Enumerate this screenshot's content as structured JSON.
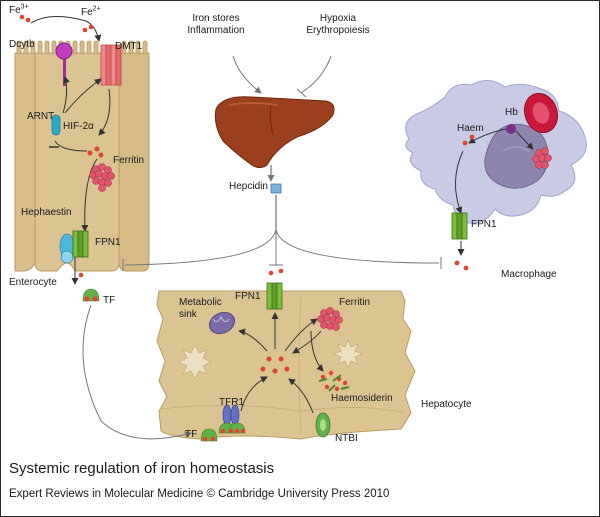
{
  "labels": {
    "fe3": "Fe",
    "fe3_sup": "3+",
    "dcytb": "Dcytb",
    "fe2": "Fe",
    "fe2_sup": "2+",
    "dmt1": "DMT1",
    "arnt": "ARNT",
    "hif": "HIF-2α",
    "ferritin_enterocyte": "Ferritin",
    "hephaestin": "Hephaestin",
    "fpn1_enterocyte": "FPN1",
    "enterocyte": "Enterocyte",
    "tf_top": "TF",
    "iron_stores_line1": "Iron stores",
    "iron_stores_line2": "Inflammation",
    "hypoxia_line1": "Hypoxia",
    "hypoxia_line2": "Erythropoiesis",
    "hepcidin": "Hepcidin",
    "hb": "Hb",
    "haem": "Haem",
    "fpn1_macrophage": "FPN1",
    "macrophage": "Macrophage",
    "fpn1_hepatocyte": "FPN1",
    "metabolic_sink_line1": "Metabolic",
    "metabolic_sink_line2": "sink",
    "ferritin_hepatocyte": "Ferritin",
    "haemosiderin": "Haemosiderin",
    "hepatocyte": "Hepatocyte",
    "tfr1": "TFR1",
    "tf_bottom": "TF",
    "ntbi": "NTBI"
  },
  "caption": {
    "title": "Systemic regulation of iron homeostasis",
    "credit": "Expert Reviews in Molecular Medicine © Cambridge University Press 2010"
  },
  "colors": {
    "cell_fill": "#dcc392",
    "cell_stroke": "#b89a62",
    "iron_dot": "#e0442c",
    "fpn1_green": "#5f9e2a",
    "dmt1_red": "#e46a6a",
    "dcytb_magenta": "#c03cc0",
    "hif_teal": "#2aa7c9",
    "hephaestin_blue": "#4fb8da",
    "liver_brown": "#9b3f1c",
    "macrophage_lavender": "#c9cbe6",
    "nucleus_purple": "#8f86b0",
    "rbc_red": "#c9183a",
    "ferritin_red": "#e0556b",
    "mito_purple": "#7b6aa8",
    "tfr1_blue": "#6270c8",
    "ntbi_green": "#62b04a",
    "hepcidin_blue": "#7db0dd",
    "arrow": "#333333",
    "inhibit_line": "#7a7a7a"
  }
}
